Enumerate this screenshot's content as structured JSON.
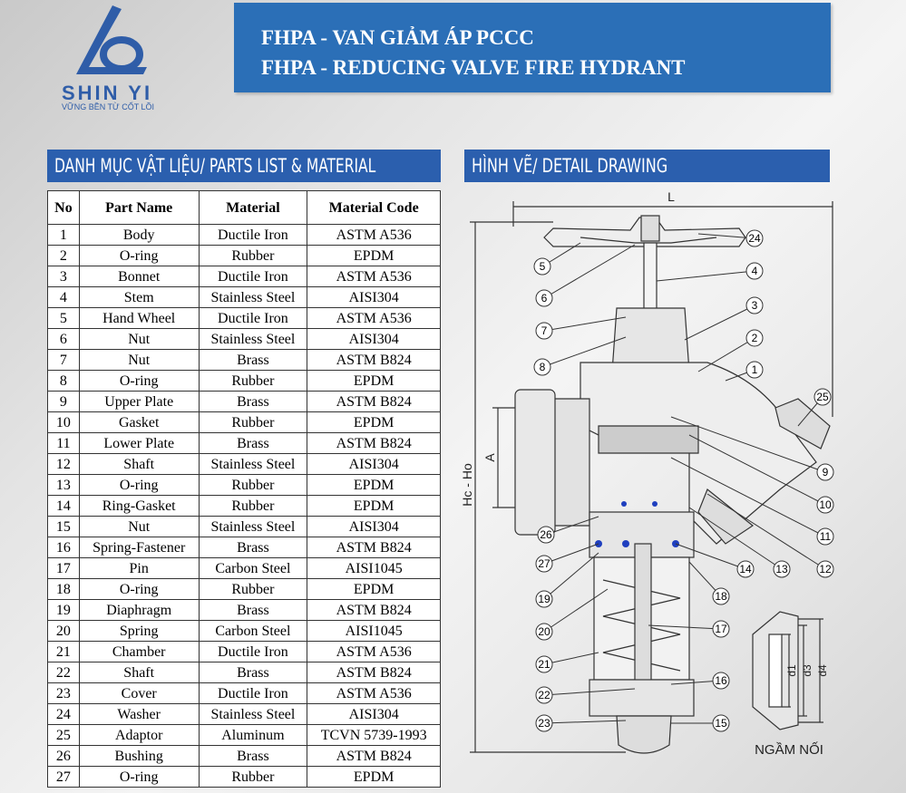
{
  "logo": {
    "brand": "SHIN YI",
    "tagline": "VỮNG BỀN TỪ CỐT LÕI"
  },
  "banner": {
    "line1": "FHPA - VAN GIẢM ÁP PCCC",
    "line2": "FHPA - REDUCING VALVE FIRE HYDRANT"
  },
  "parts_section": {
    "title": "DANH MỤC VẬT LIỆU/ PARTS LIST & MATERIAL"
  },
  "drawing_section": {
    "title": "HÌNH VẼ/ DETAIL DRAWING"
  },
  "table": {
    "headers": [
      "No",
      "Part Name",
      "Material",
      "Material Code"
    ],
    "rows": [
      [
        "1",
        "Body",
        "Ductile Iron",
        "ASTM A536"
      ],
      [
        "2",
        "O-ring",
        "Rubber",
        "EPDM"
      ],
      [
        "3",
        "Bonnet",
        "Ductile Iron",
        "ASTM A536"
      ],
      [
        "4",
        "Stem",
        "Stainless Steel",
        "AISI304"
      ],
      [
        "5",
        "Hand Wheel",
        "Ductile Iron",
        "ASTM A536"
      ],
      [
        "6",
        "Nut",
        "Stainless Steel",
        "AISI304"
      ],
      [
        "7",
        "Nut",
        "Brass",
        "ASTM B824"
      ],
      [
        "8",
        "O-ring",
        "Rubber",
        "EPDM"
      ],
      [
        "9",
        "Upper Plate",
        "Brass",
        "ASTM B824"
      ],
      [
        "10",
        "Gasket",
        "Rubber",
        "EPDM"
      ],
      [
        "11",
        "Lower Plate",
        "Brass",
        "ASTM B824"
      ],
      [
        "12",
        "Shaft",
        "Stainless Steel",
        "AISI304"
      ],
      [
        "13",
        "O-ring",
        "Rubber",
        "EPDM"
      ],
      [
        "14",
        "Ring-Gasket",
        "Rubber",
        "EPDM"
      ],
      [
        "15",
        "Nut",
        "Stainless Steel",
        "AISI304"
      ],
      [
        "16",
        "Spring-Fastener",
        "Brass",
        "ASTM B824"
      ],
      [
        "17",
        "Pin",
        "Carbon Steel",
        "AISI1045"
      ],
      [
        "18",
        "O-ring",
        "Rubber",
        "EPDM"
      ],
      [
        "19",
        "Diaphragm",
        "Brass",
        "ASTM B824"
      ],
      [
        "20",
        "Spring",
        "Carbon Steel",
        "AISI1045"
      ],
      [
        "21",
        "Chamber",
        "Ductile Iron",
        "ASTM A536"
      ],
      [
        "22",
        "Shaft",
        "Brass",
        "ASTM B824"
      ],
      [
        "23",
        "Cover",
        "Ductile Iron",
        "ASTM A536"
      ],
      [
        "24",
        "Washer",
        "Stainless Steel",
        "AISI304"
      ],
      [
        "25",
        "Adaptor",
        "Aluminum",
        "TCVN 5739-1993"
      ],
      [
        "26",
        "Bushing",
        "Brass",
        "ASTM B824"
      ],
      [
        "27",
        "O-ring",
        "Rubber",
        "EPDM"
      ]
    ]
  },
  "drawing": {
    "callouts": [
      "24",
      "5",
      "4",
      "6",
      "3",
      "7",
      "2",
      "8",
      "1",
      "25",
      "9",
      "10",
      "26",
      "11",
      "27",
      "14",
      "13",
      "12",
      "19",
      "18",
      "20",
      "17",
      "21",
      "16",
      "22",
      "23",
      "15"
    ],
    "dim_L": "L",
    "dim_A": "A",
    "dim_H": "Hc - Ho",
    "dim_d1": "d1",
    "dim_d3": "d3",
    "dim_d4": "d4",
    "coupling_label": "NGẦM NỐI"
  },
  "colors": {
    "banner": "#2b6fb7",
    "section": "#2b5fae",
    "logo": "#2f5da8"
  }
}
